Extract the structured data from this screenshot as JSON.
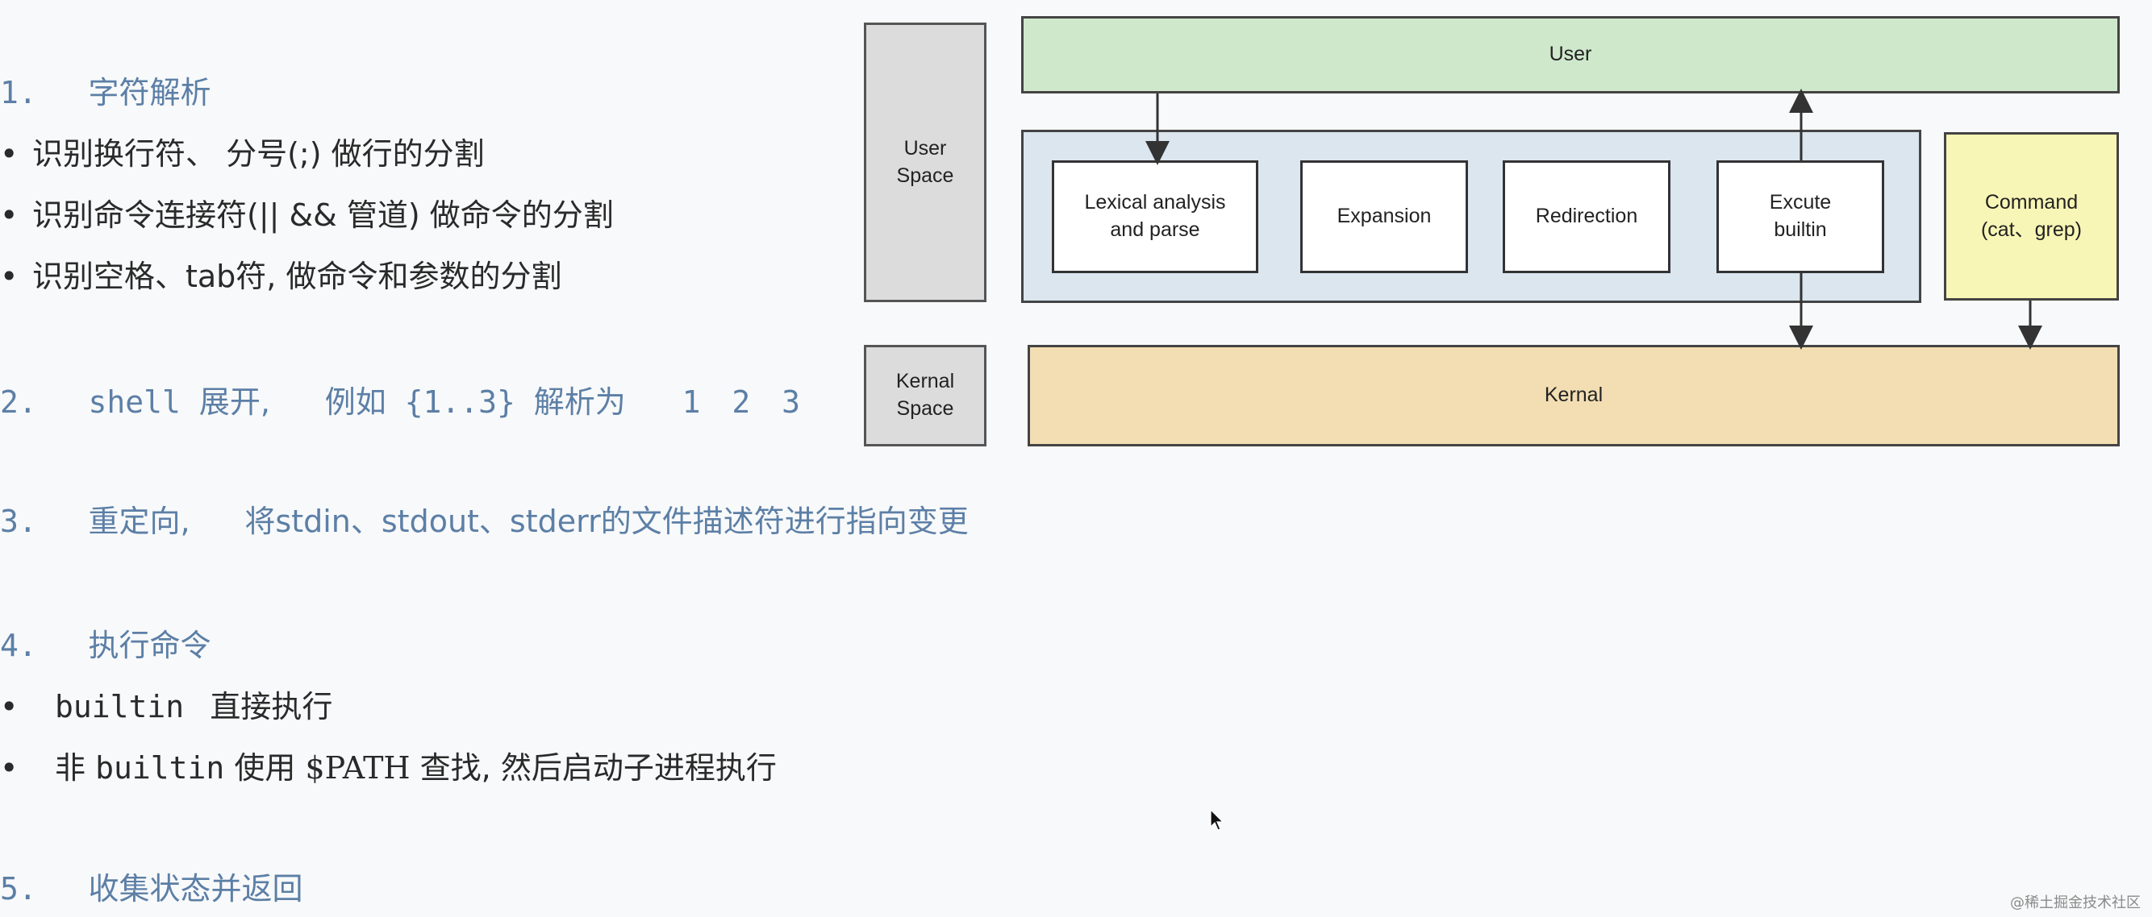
{
  "steps": {
    "s1": {
      "heading": {
        "num": "1.",
        "title": "字符解析"
      },
      "bullets": [
        {
          "dot": "•",
          "text": "识别换行符、 分号(;) 做行的分割"
        },
        {
          "dot": "•",
          "text": "识别命令连接符(|| && 管道) 做命令的分割"
        },
        {
          "dot": "•",
          "text": "识别空格、tab符, 做命令和参数的分割"
        }
      ]
    },
    "s2": {
      "heading": {
        "num": "2.",
        "word": "shell",
        "title": "展开,",
        "example": "例如",
        "code": "{1..3}",
        "result": "解析为",
        "values": "1 2 3"
      }
    },
    "s3": {
      "heading": {
        "num": "3.",
        "title": "重定向,",
        "desc": "将stdin、stdout、stderr的文件描述符进行指向变更"
      }
    },
    "s4": {
      "heading": {
        "num": "4.",
        "title": "执行命令"
      },
      "bullets": [
        {
          "dot": "•",
          "code": "builtin",
          "text": "直接执行"
        },
        {
          "dot": "•",
          "pre": "非",
          "code": "builtin",
          "mid": "使用",
          "path": "$PATH",
          "text": "查找, 然后启动子进程执行"
        }
      ]
    },
    "s5": {
      "heading": {
        "num": "5.",
        "title": "收集状态并返回"
      }
    }
  },
  "diagram": {
    "user_space_label": "User\nSpace",
    "kernal_space_label": "Kernal\nSpace",
    "user": "User",
    "kernal": "Kernal",
    "lexical": "Lexical analysis\nand parse",
    "expansion": "Expansion",
    "redirection": "Redirection",
    "excute_builtin": "Excute\nbuiltin",
    "command": "Command\n(cat、grep)"
  },
  "colors": {
    "heading": "#5c7fa6",
    "user_box": "#cfe8cc",
    "shell_box": "#dbe6ef",
    "command_box": "#f8f6b6",
    "kernal_box": "#f3deb4",
    "space_box": "#dcdcdc"
  },
  "icons": {
    "cursor": "mouse-pointer-icon"
  },
  "watermark": "@稀土掘金技术社区"
}
